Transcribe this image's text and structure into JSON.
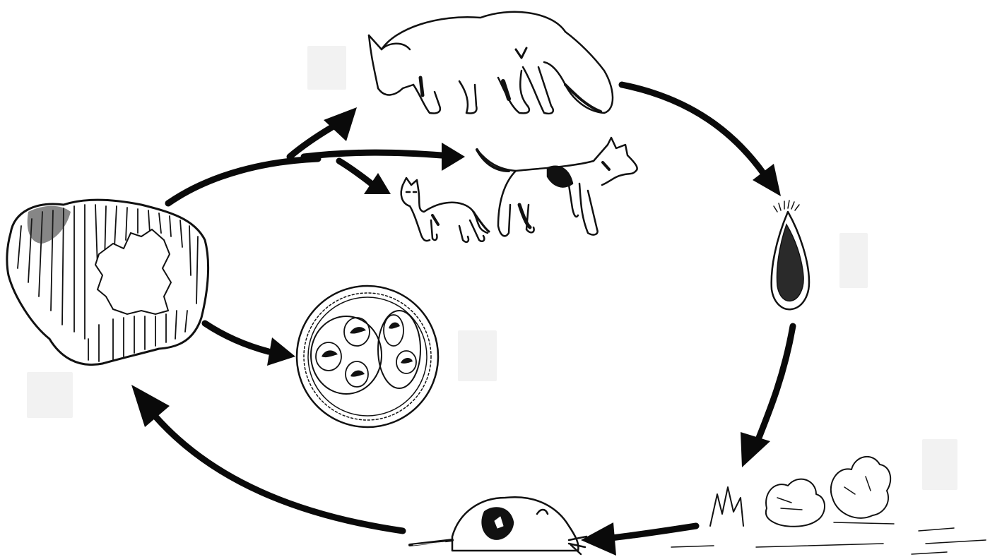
{
  "diagram": {
    "type": "life-cycle",
    "stages": [
      {
        "id": "definitive-host-fox",
        "icon": "fox-icon"
      },
      {
        "id": "definitive-host-cat",
        "icon": "cat-icon"
      },
      {
        "id": "definitive-host-dog",
        "icon": "dog-icon"
      },
      {
        "id": "egg",
        "icon": "egg-icon"
      },
      {
        "id": "egg-ingestion-environment",
        "icon": "vegetation-icon"
      },
      {
        "id": "intermediate-host-rodent",
        "icon": "rodent-icon"
      },
      {
        "id": "cyst-tissue",
        "icon": "cyst-tissue-icon"
      },
      {
        "id": "protoscolex-cyst",
        "icon": "protoscolex-icon"
      }
    ],
    "blank_labels": [
      "",
      "",
      "",
      "",
      "",
      ""
    ],
    "colors": {
      "ink": "#111111",
      "label_box": "#f2f2f2",
      "background": "#ffffff"
    }
  }
}
